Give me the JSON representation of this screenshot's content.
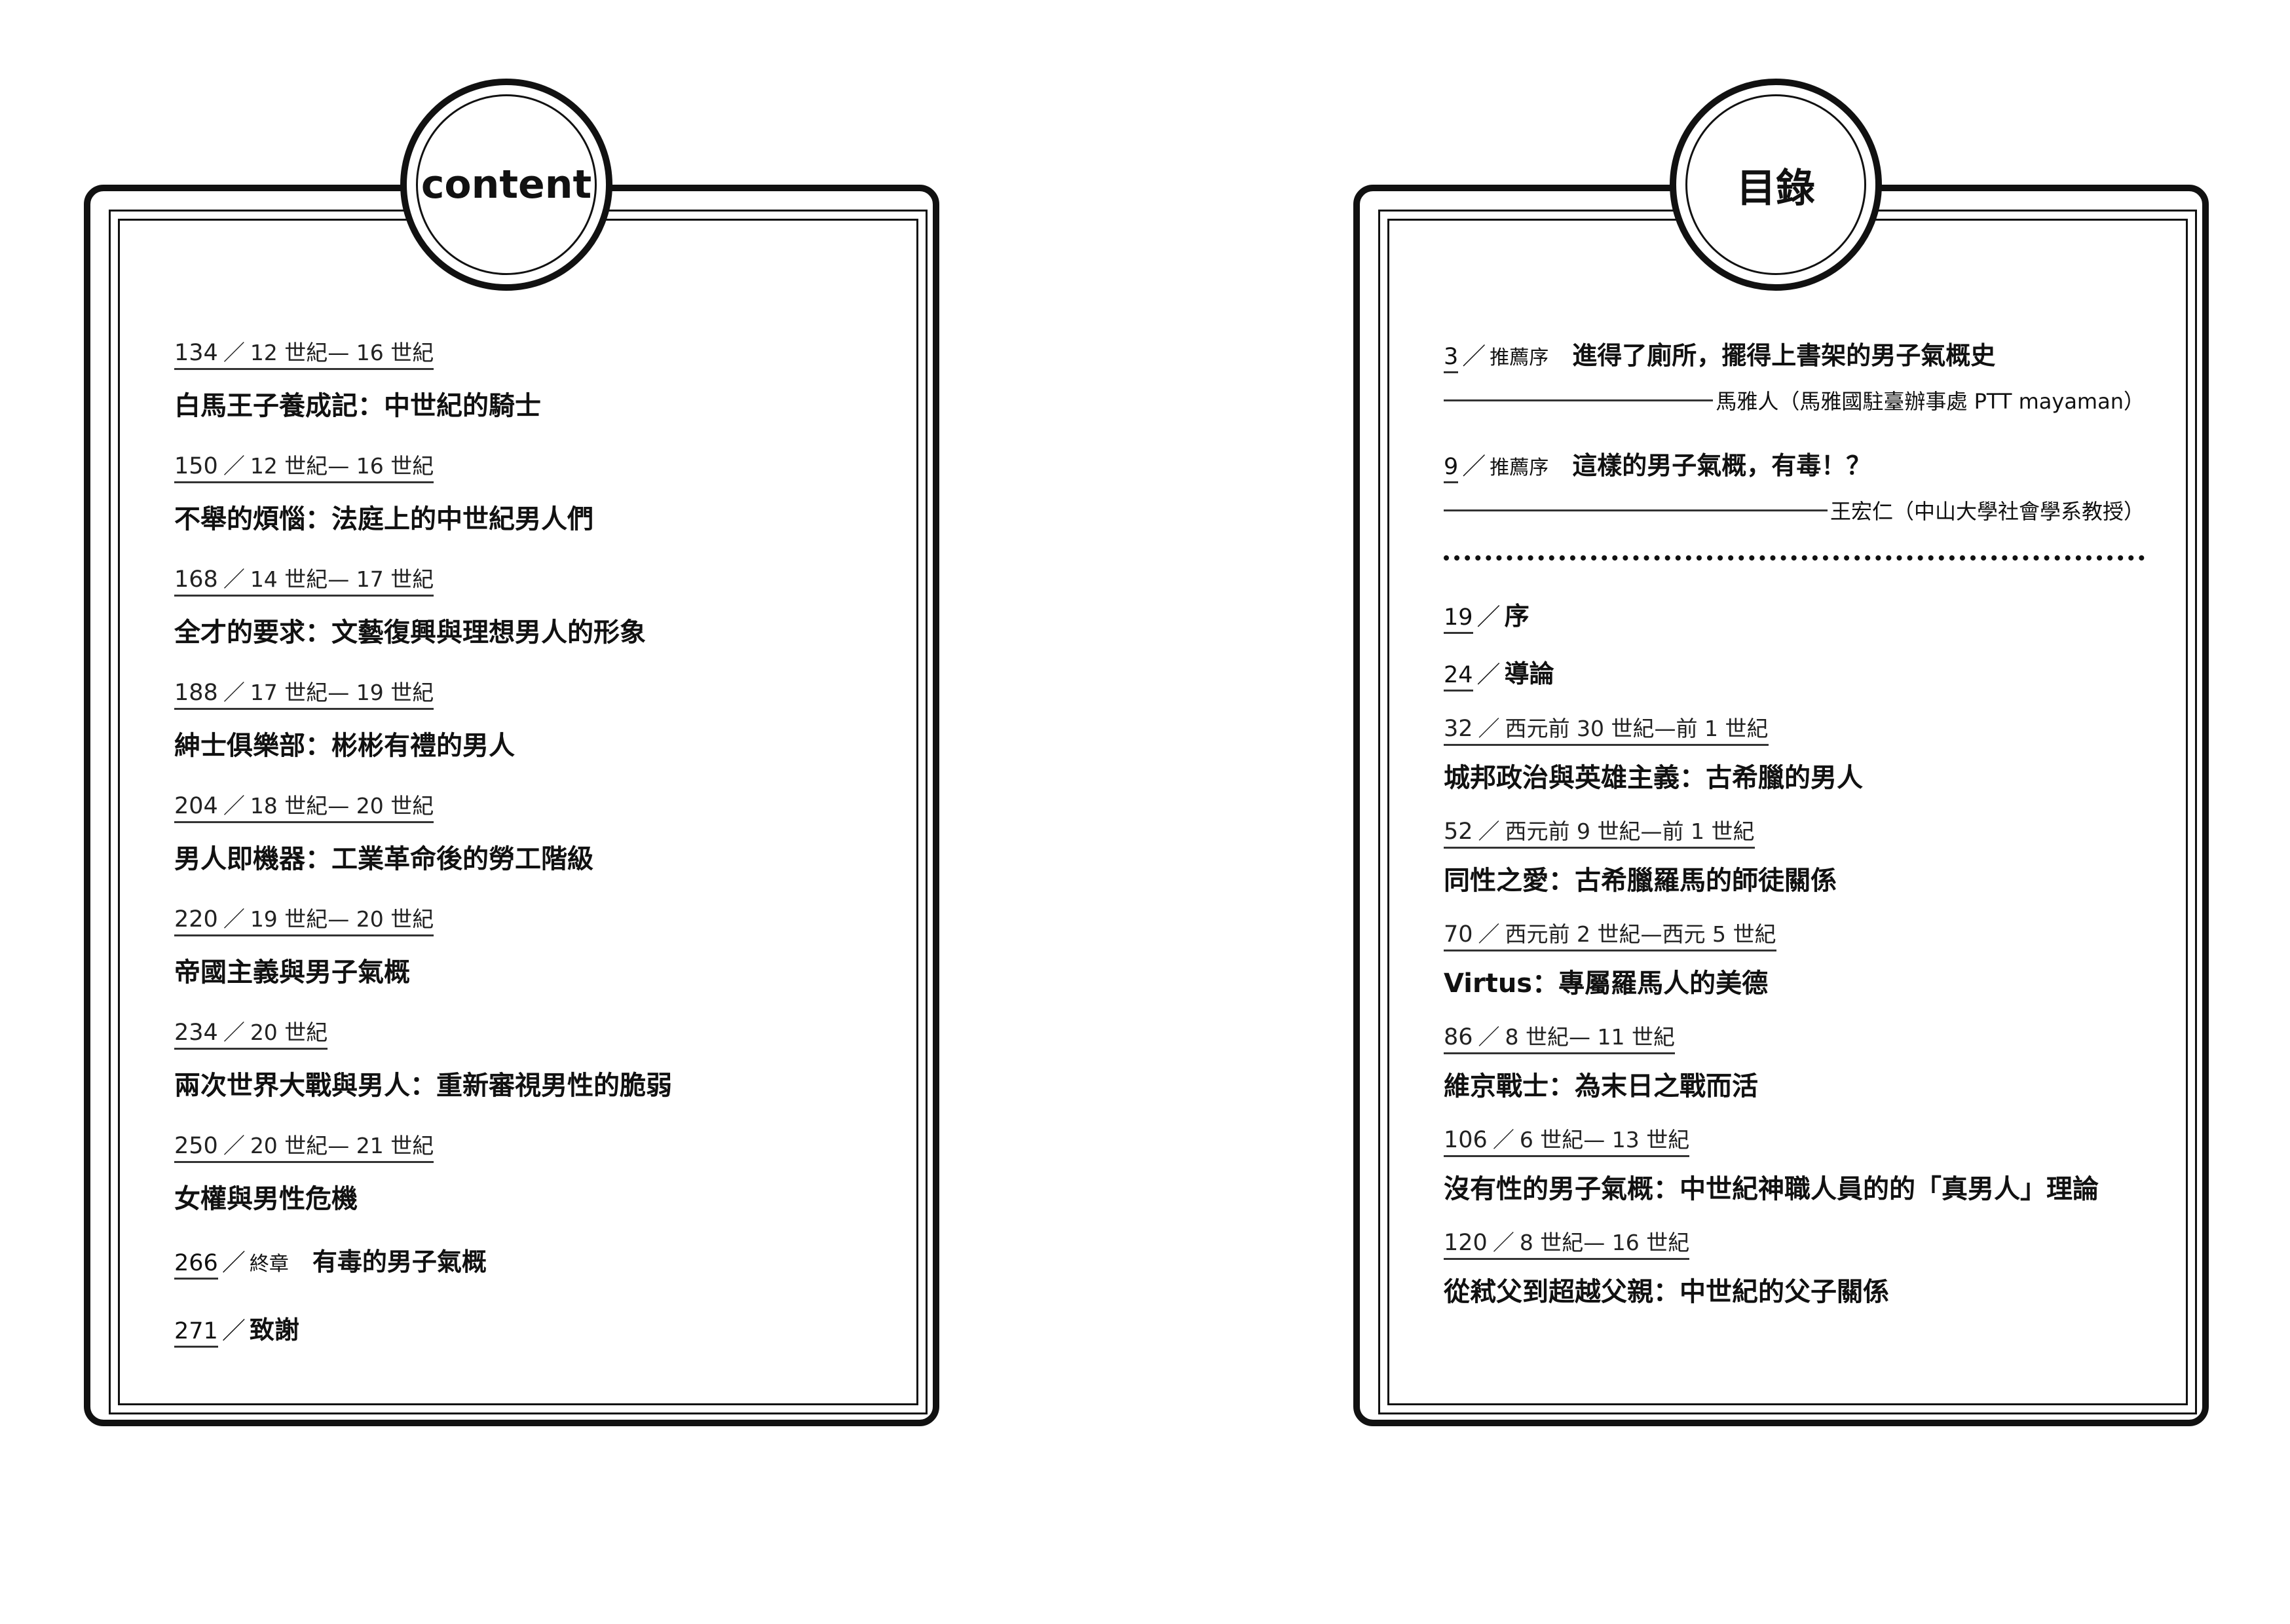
{
  "left": {
    "heading": "content",
    "entries": [
      {
        "page": "134",
        "period": "12 世紀— 16 世紀",
        "title": "白馬王子養成記：中世紀的騎士"
      },
      {
        "page": "150",
        "period": "12 世紀— 16 世紀",
        "title": "不舉的煩惱：法庭上的中世紀男人們"
      },
      {
        "page": "168",
        "period": "14 世紀— 17 世紀",
        "title": "全才的要求：文藝復興與理想男人的形象"
      },
      {
        "page": "188",
        "period": "17 世紀— 19 世紀",
        "title": "紳士俱樂部：彬彬有禮的男人"
      },
      {
        "page": "204",
        "period": "18 世紀— 20 世紀",
        "title": "男人即機器：工業革命後的勞工階級"
      },
      {
        "page": "220",
        "period": "19 世紀— 20 世紀",
        "title": "帝國主義與男子氣概"
      },
      {
        "page": "234",
        "period": "20 世紀",
        "title": "兩次世界大戰與男人：重新審視男性的脆弱"
      },
      {
        "page": "250",
        "period": "20 世紀— 21 世紀",
        "title": "女權與男性危機"
      }
    ],
    "final": {
      "page": "266",
      "label": "終章",
      "title": "有毒的男子氣概"
    },
    "thanks": {
      "page": "271",
      "title": "致謝"
    }
  },
  "right": {
    "heading": "目錄",
    "prefaces": [
      {
        "page": "3",
        "label": "推薦序",
        "title": "進得了廁所，擺得上書架的男子氣概史",
        "author": "馬雅人（馬雅國駐臺辦事處 PTT mayaman）"
      },
      {
        "page": "9",
        "label": "推薦序",
        "title": "這樣的男子氣概，有毒！？",
        "author": "王宏仁（中山大學社會學系教授）"
      }
    ],
    "intro": [
      {
        "page": "19",
        "title": "序"
      },
      {
        "page": "24",
        "title": "導論"
      }
    ],
    "entries": [
      {
        "page": "32",
        "period": "西元前 30 世紀—前 1 世紀",
        "title": "城邦政治與英雄主義：古希臘的男人"
      },
      {
        "page": "52",
        "period": "西元前 9 世紀—前 1 世紀",
        "title": "同性之愛：古希臘羅馬的師徒關係"
      },
      {
        "page": "70",
        "period": "西元前 2 世紀—西元 5 世紀",
        "title": "Virtus：專屬羅馬人的美德"
      },
      {
        "page": "86",
        "period": "8 世紀— 11 世紀",
        "title": "維京戰士：為末日之戰而活"
      },
      {
        "page": "106",
        "period": "6 世紀— 13 世紀",
        "title": "沒有性的男子氣概：中世紀神職人員的的「真男人」理論"
      },
      {
        "page": "120",
        "period": "8 世紀— 16 世紀",
        "title": "從弒父到超越父親：中世紀的父子關係"
      }
    ]
  },
  "separator": "／"
}
